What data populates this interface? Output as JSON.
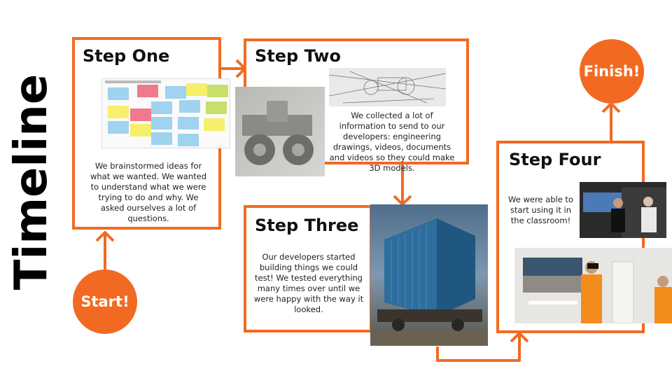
{
  "page_title": "Timeline",
  "start_label": "Start!",
  "finish_label": "Finish!",
  "steps": [
    {
      "title": "Step One",
      "text": "We brainstormed ideas for what we wanted. We wanted to understand what we were trying to do and why. We asked ourselves a lot of questions."
    },
    {
      "title": "Step Two",
      "text": "We collected a lot of information to send to our developers: engineering drawings, videos, documents and videos so they could make 3D models."
    },
    {
      "title": "Step Three",
      "text": "Our developers started building things we could test! We tested everything many times over until we were happy with the way it looked."
    },
    {
      "title": "Step Four",
      "text": "We were able to start using it in the classroom!"
    }
  ],
  "colors": {
    "accent": "#f26a21",
    "text": "#111111"
  },
  "images": [
    "brainstorm-sticky-notes",
    "3d-bogie-model",
    "engineering-drawing",
    "3d-shipping-container",
    "classroom-vr-photo",
    "vr-training-photo"
  ]
}
